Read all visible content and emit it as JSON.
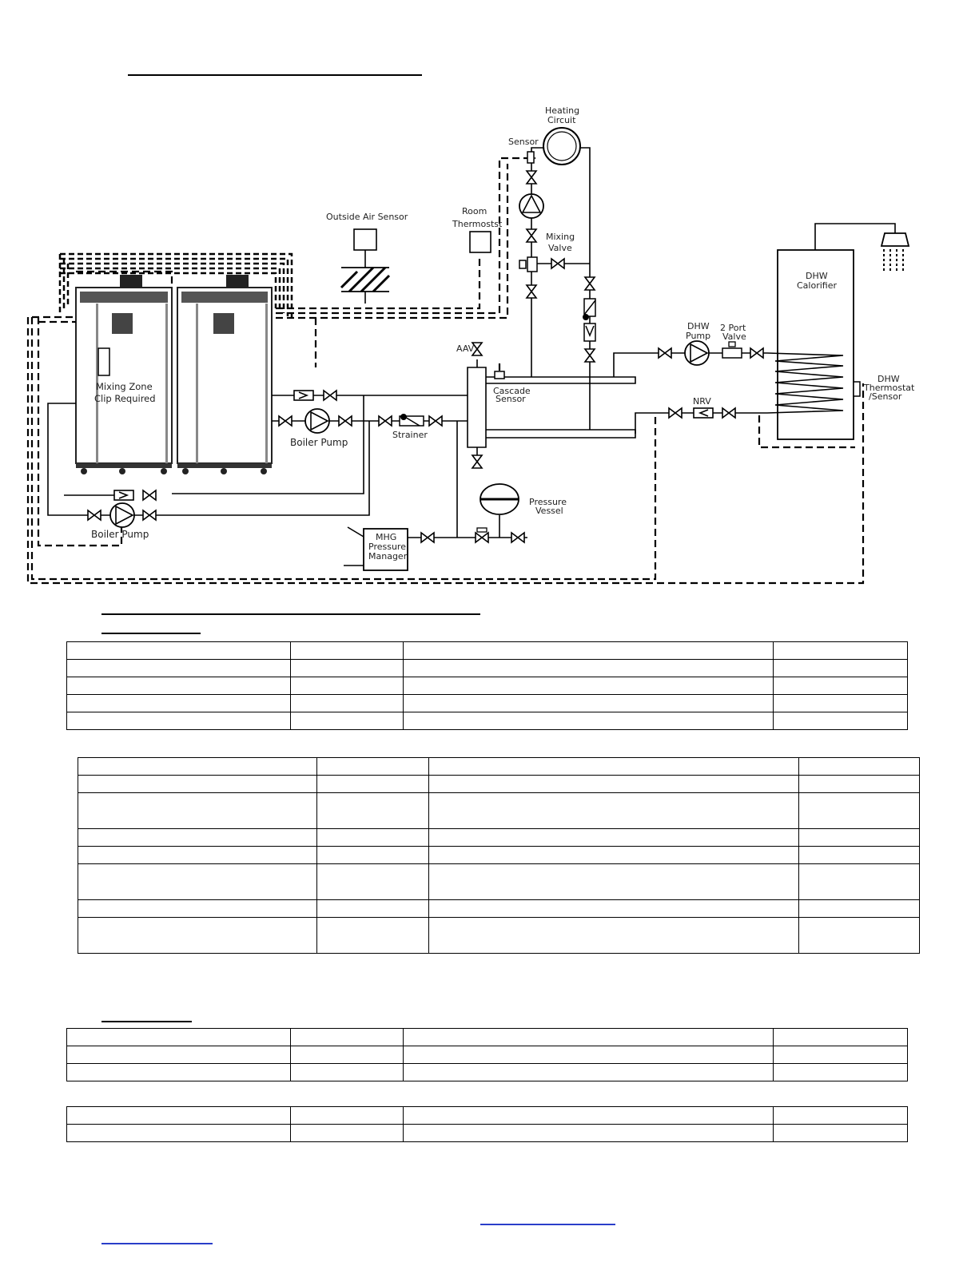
{
  "diagram": {
    "labels": {
      "heating_circuit_1": "Heating",
      "heating_circuit_2": "Circuit",
      "sensor": "Sensor",
      "outside_air_sensor": "Outside Air Sensor",
      "room_thermostat_1": "Room",
      "room_thermostat_2": "Thermostst",
      "mixing_valve_1": "Mixing",
      "mixing_valve_2": "Valve",
      "dhw_calorifier_1": "DHW",
      "dhw_calorifier_2": "Calorifier",
      "aav": "AAV",
      "cascade_sensor_1": "Cascade",
      "cascade_sensor_2": "Sensor",
      "dhw_pump_1": "DHW",
      "dhw_pump_2": "Pump",
      "two_port_valve_1": "2 Port",
      "two_port_valve_2": "Valve",
      "dhw_thermostat_1": "DHW",
      "dhw_thermostat_2": "Thermostat",
      "dhw_thermostat_3": "/Sensor",
      "nrv": "NRV",
      "mixing_zone_1": "Mixing Zone",
      "mixing_zone_2": "Clip Required",
      "boiler_pump_upper": "Boiler Pump",
      "boiler_pump_lower": "Boiler Pump",
      "strainer": "Strainer",
      "pressure_vessel_1": "Pressure",
      "pressure_vessel_2": "Vessel",
      "mhg_1": "MHG",
      "mhg_2": "Pressure",
      "mhg_3": "Manager"
    }
  }
}
